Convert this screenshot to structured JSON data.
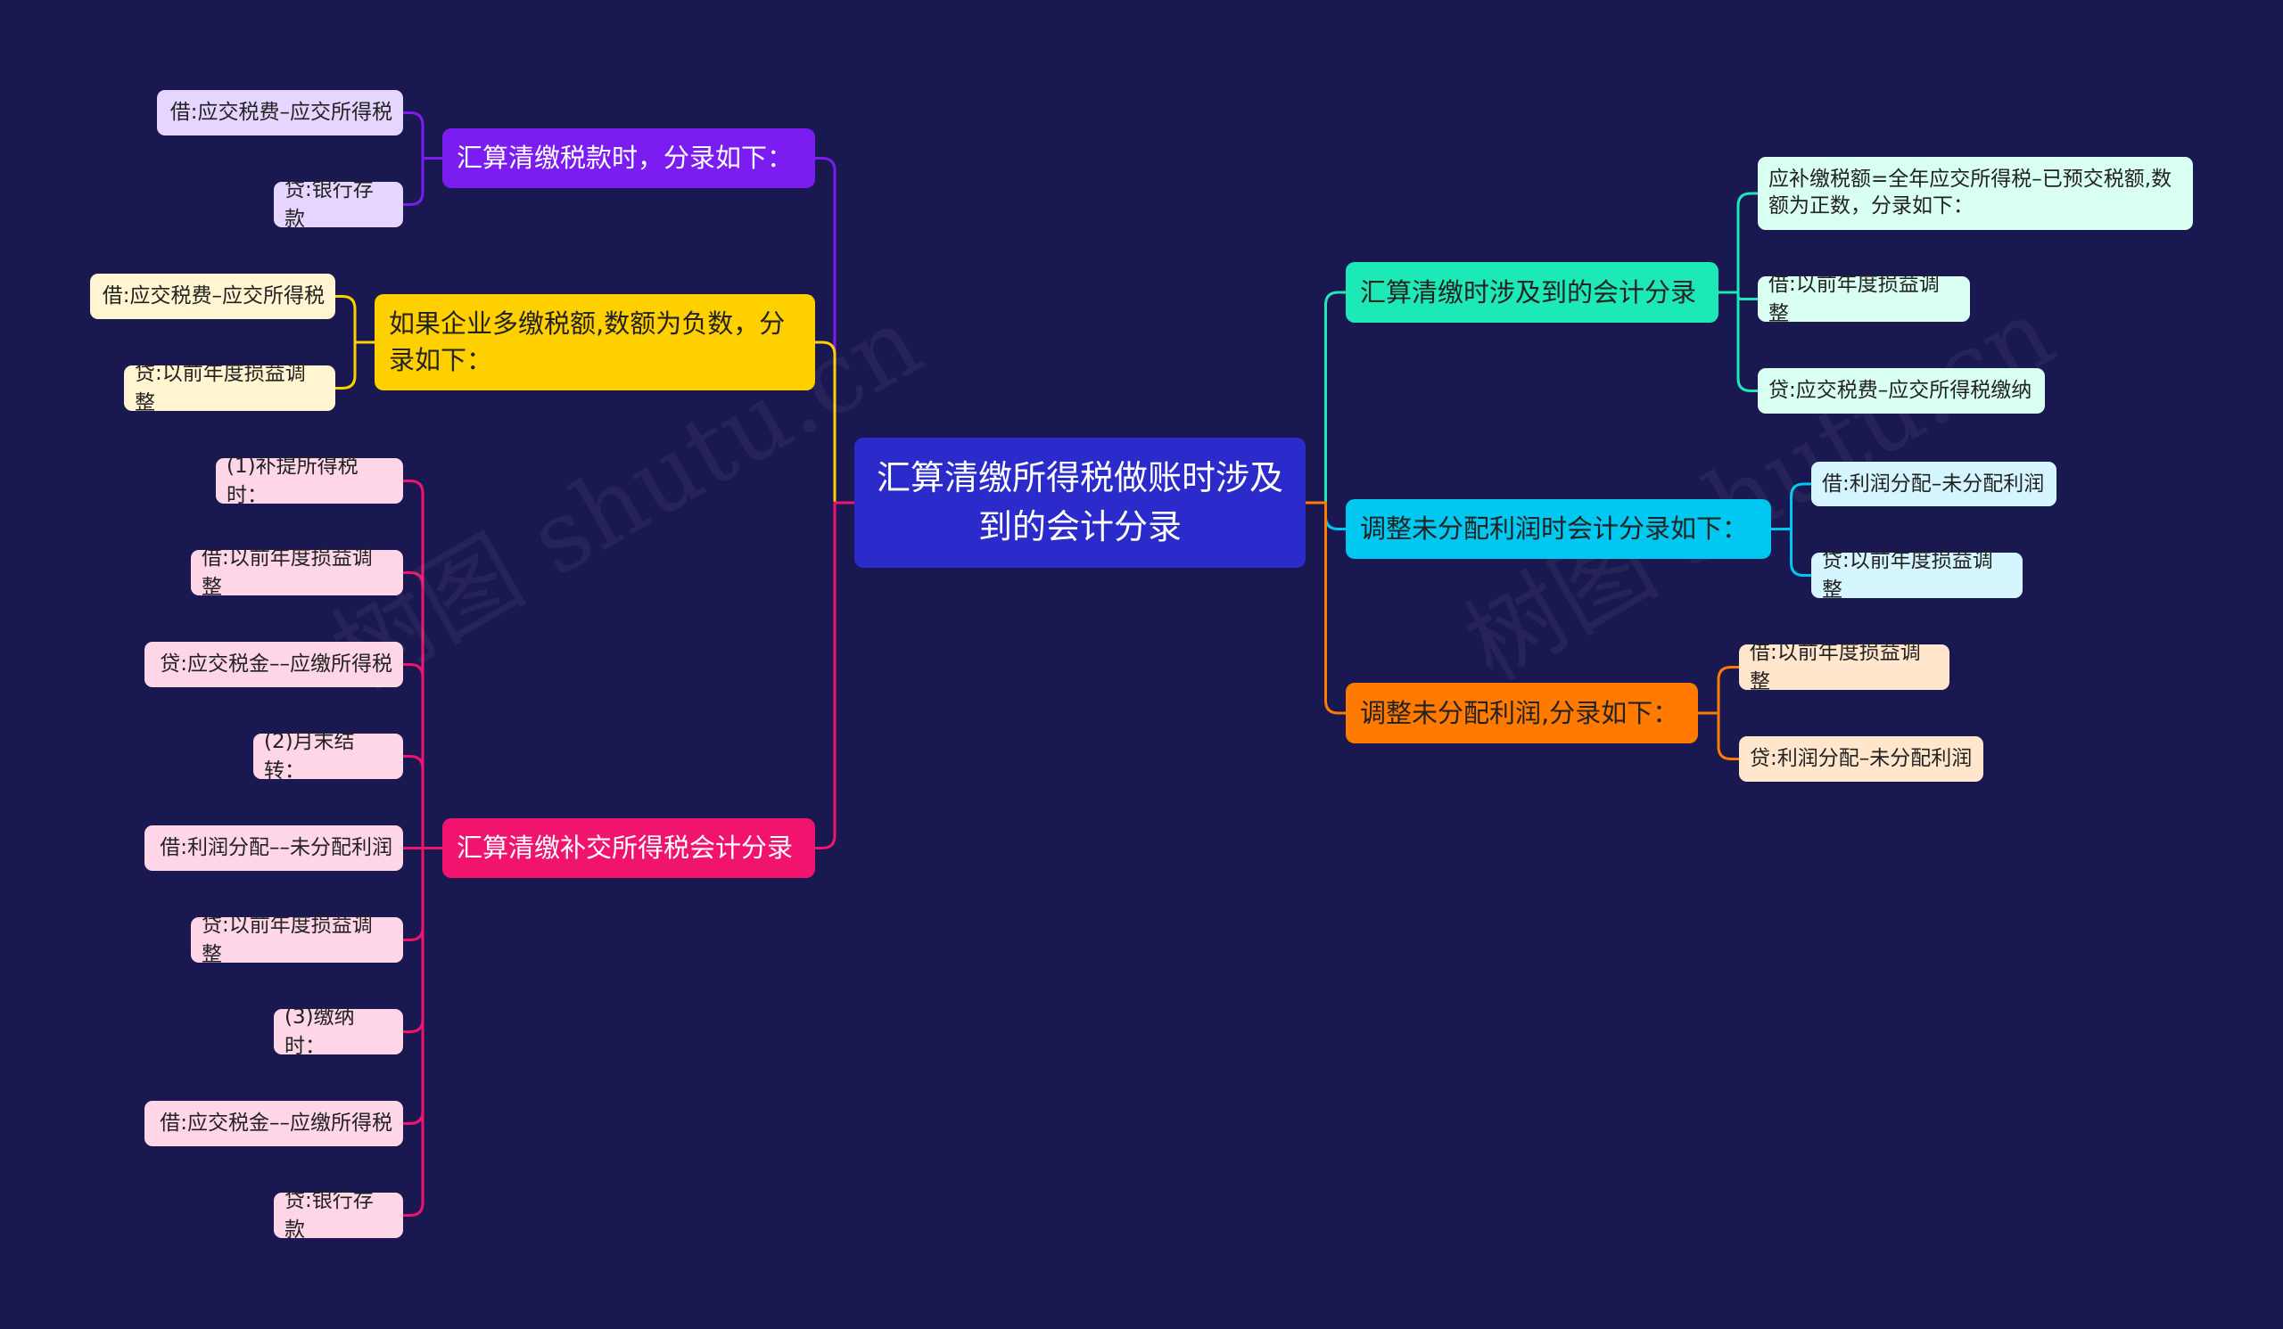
{
  "center": {
    "title": "汇算清缴所得税做账时涉及到的会计分录"
  },
  "left": [
    {
      "label": "汇算清缴税款时，分录如下：",
      "color": "#7b1cf0",
      "children": [
        "借:应交税费–应交所得税",
        "贷:银行存款"
      ]
    },
    {
      "label": "如果企业多缴税额,数额为负数，分录如下：",
      "color": "#ffd000",
      "children": [
        "借:应交税费–应交所得税",
        "贷:以前年度损益调整"
      ]
    },
    {
      "label": "汇算清缴补交所得税会计分录",
      "color": "#f0146e",
      "children": [
        "(1)补提所得税时：",
        "借:以前年度损益调整",
        "贷:应交税金––应缴所得税",
        "(2)月末结转：",
        "借:利润分配––未分配利润",
        "贷:以前年度损益调整",
        "(3)缴纳时：",
        "借:应交税金––应缴所得税",
        "贷:银行存款"
      ]
    }
  ],
  "right": [
    {
      "label": "汇算清缴时涉及到的会计分录",
      "color": "#1de9b6",
      "children": [
        "应补缴税额=全年应交所得税–已预交税额,数额为正数，分录如下：",
        "借:以前年度损益调整",
        "贷:应交税费–应交所得税缴纳"
      ]
    },
    {
      "label": "调整未分配利润时会计分录如下：",
      "color": "#00c8f0",
      "children": [
        "借:利润分配–未分配利润",
        "贷:以前年度损益调整"
      ]
    },
    {
      "label": "调整未分配利润,分录如下：",
      "color": "#ff7a00",
      "children": [
        "借:以前年度损益调整",
        "贷:利润分配–未分配利润"
      ]
    }
  ],
  "watermark": "树图 shutu.cn"
}
